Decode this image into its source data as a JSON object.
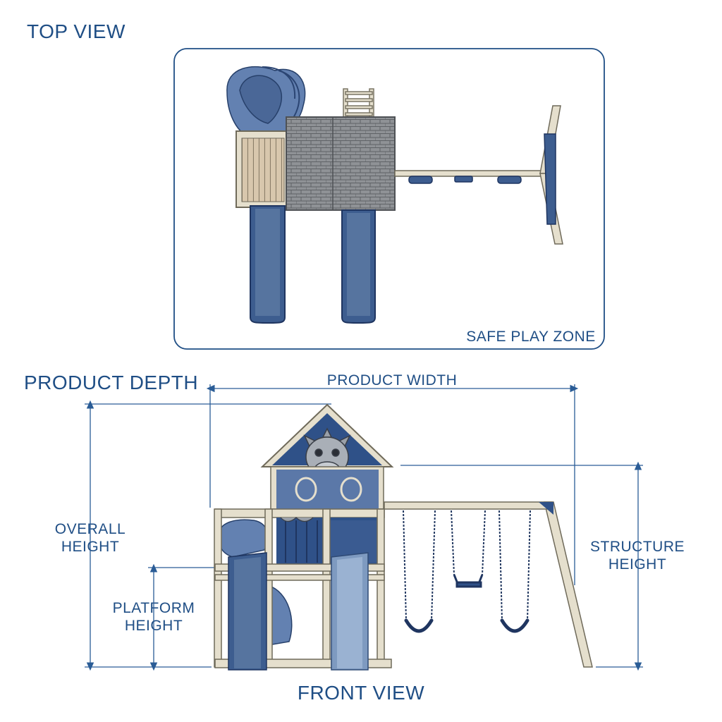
{
  "top_view": {
    "title": "TOP VIEW",
    "zone_label": "SAFE PLAY ZONE"
  },
  "front_view": {
    "title": "FRONT VIEW",
    "depth_label": "PRODUCT DEPTH",
    "width_label": "PRODUCT WIDTH",
    "overall_height": [
      "OVERALL",
      "HEIGHT"
    ],
    "platform_height": [
      "PLATFORM",
      "HEIGHT"
    ],
    "structure_height": [
      "STRUCTURE",
      "HEIGHT"
    ]
  },
  "colors": {
    "label": "#1f4e85",
    "dimension_line": "#2a5c96",
    "slide_blue": "#3d5d8f",
    "light_slide_blue": "#7e9ac0",
    "wall_blue": "#5b78a8",
    "wood": "#e5dfcd",
    "wood_stroke": "#8a8673",
    "roof_shingle": "#8f9296",
    "deck": "#d8c7ad"
  }
}
